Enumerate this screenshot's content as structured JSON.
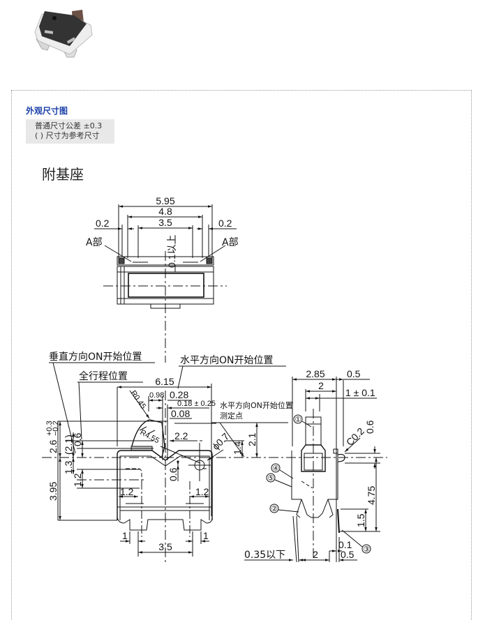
{
  "header": {
    "section_title": "外观尺寸图",
    "notes": [
      "普通尺寸公差 ±0.3",
      "( ) 尺寸为参考尺寸"
    ],
    "subheading": "附基座"
  },
  "top_view": {
    "dims": {
      "overall_width": "5.95",
      "inner_width": "4.8",
      "pitch": "3.5",
      "left_gap": "0.2",
      "right_gap": "0.2",
      "clearance": "0.1以上"
    },
    "labels": {
      "part_a_left": "A部",
      "part_a_right": "A部"
    }
  },
  "front_view": {
    "callouts": {
      "vertical_on_position": "垂直方向ON开始位置",
      "full_travel_position": "全行程位置",
      "horizontal_on_position": "水平方向ON开始位置",
      "horizontal_measure_point_line1": "水平方向ON开始位置",
      "horizontal_measure_point_line2": "测定点"
    },
    "dims": {
      "length": "6.15",
      "d098": "0.98",
      "d028": "0.28",
      "d018": "0.18 ± 0.25",
      "d008": "0.08",
      "r045": "R0.45",
      "r455": "R4.55",
      "d22": "2.2",
      "phi07": "ϕ0.7",
      "d14": "1.4",
      "d21": "2.1",
      "height_top": "2.6",
      "tol_plus": "+0.3",
      "tol_minus": "−0.2",
      "ref21": "(2.1)",
      "d06a": "0.6",
      "d13": "1.3",
      "d12": "1.2",
      "d395": "3.95",
      "d06b": "0.6",
      "d12_left": "1.2",
      "d12_right": "1.2",
      "d1_left": "1",
      "d1_right": "1",
      "d35": "3.5"
    }
  },
  "side_view": {
    "dims": {
      "d285": "2.85",
      "d05_top": "0.5",
      "d2_top": "2",
      "d1tol": "1 ± 0.1",
      "c02": "C0.2",
      "d06": "0.6",
      "d475": "4.75",
      "d15": "1.5",
      "d01": "0.1",
      "d05_bottom": "0.5",
      "d2_bottom": "2",
      "d035": "0.35以下"
    },
    "markers": [
      "①",
      "②",
      "③",
      "④",
      "⑤"
    ]
  }
}
